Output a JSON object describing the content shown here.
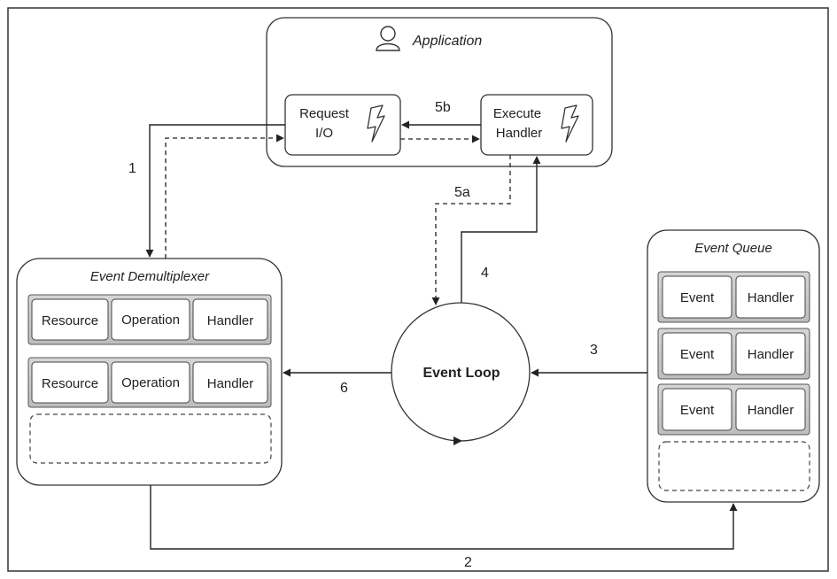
{
  "application": {
    "title": "Application",
    "request_io": [
      "Request",
      "I/O"
    ],
    "execute_handler": [
      "Execute",
      "Handler"
    ]
  },
  "demux": {
    "title": "Event Demultiplexer",
    "rows": [
      [
        "Resource",
        "Operation",
        "Handler"
      ],
      [
        "Resource",
        "Operation",
        "Handler"
      ]
    ]
  },
  "queue": {
    "title": "Event Queue",
    "rows": [
      [
        "Event",
        "Handler"
      ],
      [
        "Event",
        "Handler"
      ],
      [
        "Event",
        "Handler"
      ]
    ]
  },
  "event_loop": {
    "label": "Event Loop"
  },
  "steps": {
    "s1": "1",
    "s2": "2",
    "s3": "3",
    "s4": "4",
    "s5a": "5a",
    "s5b": "5b",
    "s6": "6"
  },
  "icons": [
    "user-icon",
    "lightning-icon"
  ]
}
